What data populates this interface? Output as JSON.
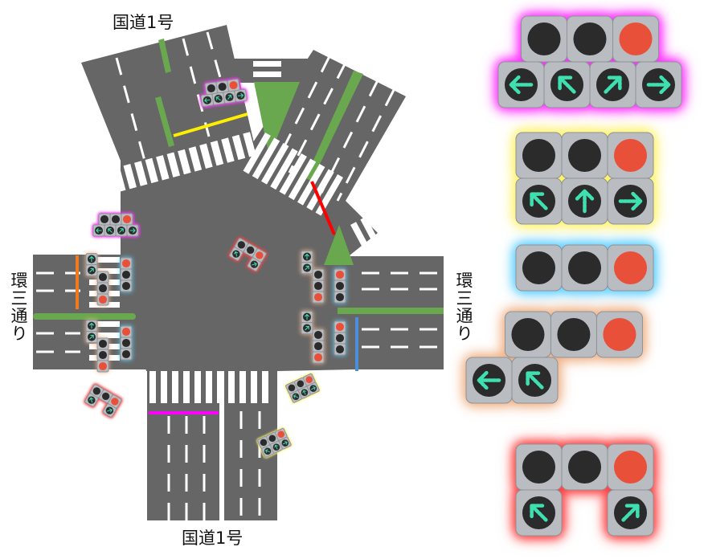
{
  "labels": {
    "north_road": "国道1号",
    "south_road": "国道1号",
    "west_road": "環三通り",
    "east_road": "環三通り"
  },
  "colors": {
    "road": "#666666",
    "median": "#6aa84f",
    "lane_mark": "#ffffff",
    "lamp_off": "#2b2b2b",
    "lamp_red": "#e8503a",
    "arrow_green": "#3fe0b0",
    "housing": "#b9bcc0",
    "stop_line_yellow": "#ffee00",
    "stop_line_red": "#ff0000",
    "stop_line_magenta": "#ff00ff",
    "stop_line_orange": "#f07b1e",
    "stop_line_blue": "#4a90d9"
  },
  "legend": [
    {
      "name": "north-approach-signal",
      "glow": "magenta",
      "top_lamps": [
        "off",
        "off",
        "red"
      ],
      "arrows": [
        "left",
        "up-left",
        "up-right",
        "right"
      ]
    },
    {
      "name": "northeast-approach-signal",
      "glow": "yellow",
      "top_lamps": [
        "off",
        "off",
        "red"
      ],
      "arrows": [
        "up-left",
        "up",
        "right"
      ]
    },
    {
      "name": "east-west-through-signal",
      "glow": "blue",
      "top_lamps": [
        "off",
        "off",
        "red"
      ],
      "arrows": []
    },
    {
      "name": "west-approach-signal",
      "glow": "orange",
      "top_lamps": [
        "off",
        "off",
        "red"
      ],
      "arrows": [
        "left",
        "up-left"
      ]
    },
    {
      "name": "south-approach-signal",
      "glow": "red",
      "top_lamps": [
        "off",
        "off",
        "red"
      ],
      "arrows": [
        "up-left",
        "",
        "up-right"
      ]
    }
  ]
}
